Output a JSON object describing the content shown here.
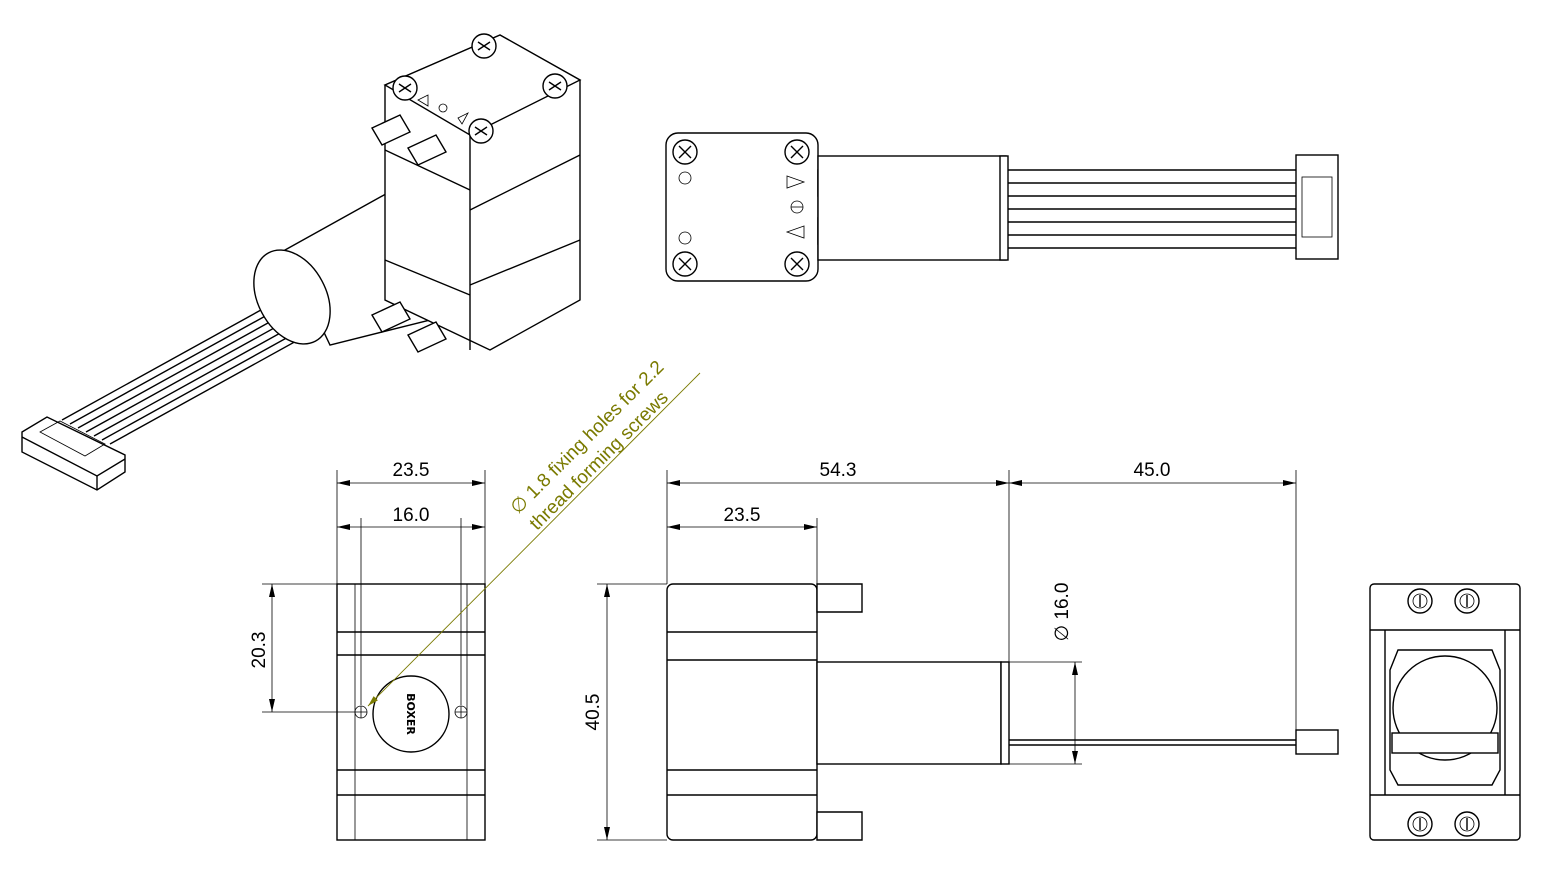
{
  "dimensions": {
    "front_width_outer": "23.5",
    "front_width_holes": "16.0",
    "front_height_holes": "20.3",
    "side_total_length": "54.3",
    "side_head_length": "23.5",
    "cable_length": "45.0",
    "motor_diameter": "16.0",
    "side_height": "40.5",
    "diameter_symbol": "∅"
  },
  "note": {
    "line1": "1.8 fixing holes for 2.2",
    "line2": "thread forming screws"
  },
  "logo_text": "BOXER",
  "colors": {
    "line": "#000000",
    "annotation": "#7a7a00",
    "background": "#ffffff"
  }
}
